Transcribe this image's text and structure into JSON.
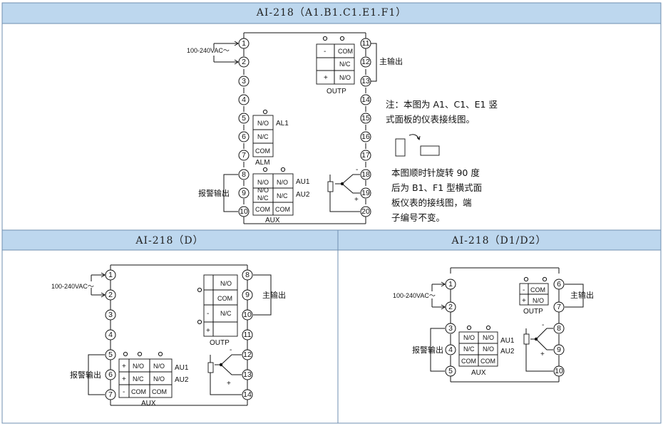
{
  "titles": {
    "top": "AI-218（A1.B1.C1.E1.F1）",
    "bottom_left": "AI-218（D）",
    "bottom_right": "AI-218（D1/D2）"
  },
  "labels": {
    "supply": "100-240VAC～",
    "main_output": "主输出",
    "alarm_output": "报警输出",
    "outp": "OUTP",
    "aux": "AUX",
    "alm": "ALM",
    "al1": "AL1",
    "au1": "AU1",
    "au2": "AU2",
    "no": "N/O",
    "nc": "N/C",
    "com": "COM",
    "plus": "+",
    "minus": "-"
  },
  "note": {
    "line1": "注：本图为 A1、C1、E1 竖",
    "line2": "式面板的仪表接线图。",
    "line3": "本图顺时针旋转 90 度",
    "line4": "后为 B1、F1 型横式面",
    "line5": "板仪表的接线图，端",
    "line6": "子编号不变。"
  },
  "colors": {
    "header_bg": "#bdd7ee",
    "border": "#6f8fb0",
    "line": "#111111"
  }
}
